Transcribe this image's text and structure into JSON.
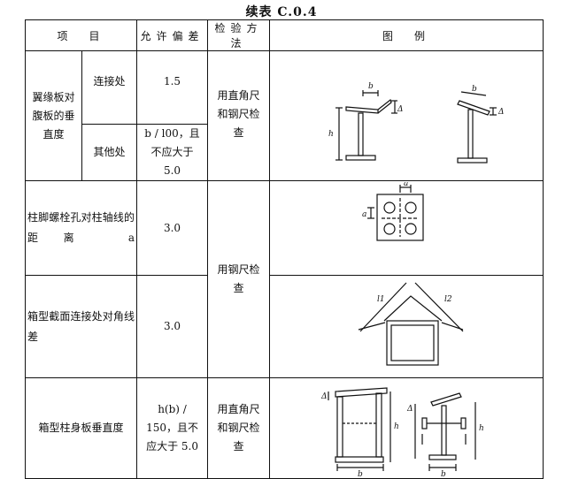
{
  "title": "续表 C.0.4",
  "headers": [
    "项　目",
    "允许偏差",
    "检验方法",
    "图　例"
  ],
  "rows": {
    "flange": {
      "item": "翼缘板对腹板的垂直度",
      "sub1": "连接处",
      "tol1": "1.5",
      "sub2": "其他处",
      "tol2": "b / l00，且不应大于 5.0",
      "method": "用直角尺和钢尺检查"
    },
    "bolt": {
      "item": "柱脚螺栓孔对柱轴线的距离 a",
      "tol": "3.0"
    },
    "method_shared": "用钢尺检查",
    "box": {
      "item": "箱型截面连接处对角线差",
      "tol": "3.0"
    },
    "plate": {
      "item": "箱型柱身板垂直度",
      "tol": "h(b) / 150，且不应大于 5.0",
      "method": "用直角尺和钢尺检查"
    }
  },
  "figure_labels": {
    "b": "b",
    "h": "h",
    "delta": "Δ",
    "a": "a",
    "l1": "l1",
    "l2": "l2"
  }
}
